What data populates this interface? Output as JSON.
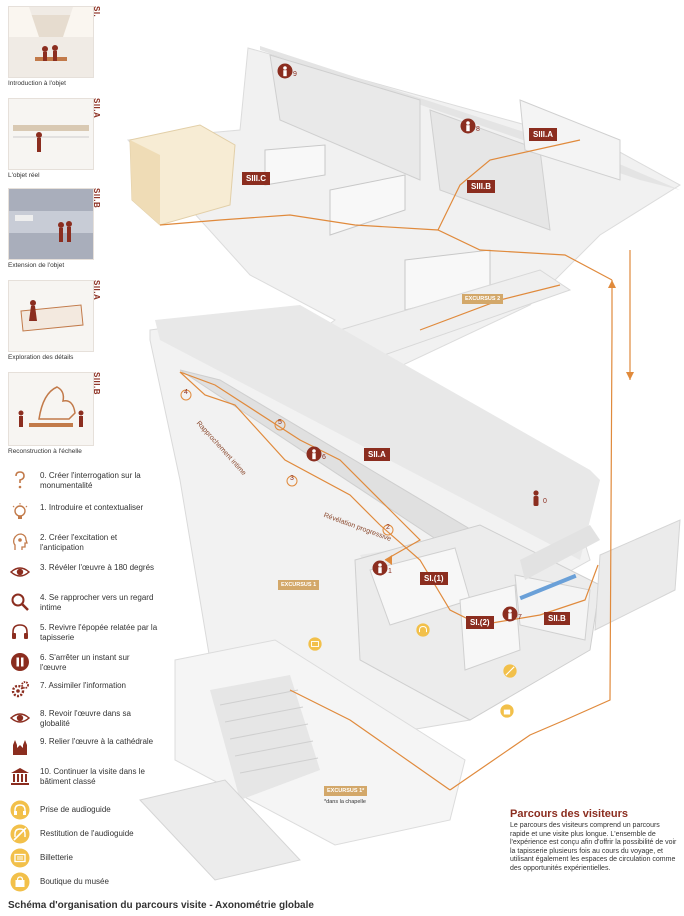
{
  "thumbnails": [
    {
      "code": "SI.",
      "caption": "Introduction à l'objet"
    },
    {
      "code": "SII.A",
      "caption": "L'objet réel"
    },
    {
      "code": "SII.B",
      "caption": "Extension de l'objet"
    },
    {
      "code": "SII.A",
      "caption": "Exploration des détails"
    },
    {
      "code": "SIII.B",
      "caption": "Reconstruction à l'échelle"
    }
  ],
  "legend": [
    {
      "icon": "question-icon",
      "text": "0. Créer l'interrogation sur la monumentalité"
    },
    {
      "icon": "lightbulb-icon",
      "text": "1. Introduire et contextualiser"
    },
    {
      "icon": "head-spark-icon",
      "text": "2. Créer l'excitation et l'anticipation"
    },
    {
      "icon": "eye-icon",
      "text": "3. Révéler l'œuvre à 180 degrés"
    },
    {
      "icon": "magnifier-icon",
      "text": "4. Se rapprocher vers un regard intime"
    },
    {
      "icon": "headphones-icon",
      "text": "5. Revivre l'épopée relatée par la tapisserie"
    },
    {
      "icon": "pause-icon",
      "text": "6. S'arrêter un instant sur l'œuvre"
    },
    {
      "icon": "gears-icon",
      "text": "7. Assimiler l'information"
    },
    {
      "icon": "eye-icon",
      "text": "8. Revoir l'œuvre dans sa globalité"
    },
    {
      "icon": "cathedral-icon",
      "text": "9. Relier l'œuvre à la cathédrale"
    },
    {
      "icon": "classical-building-icon",
      "text": "10. Continuer la visite dans le bâtiment classé"
    },
    {
      "icon": "audioguide-take-icon",
      "text": "Prise de audioguide"
    },
    {
      "icon": "audioguide-return-icon",
      "text": "Restitution de l'audioguide"
    },
    {
      "icon": "ticket-icon",
      "text": "Billetterie"
    },
    {
      "icon": "shopping-bag-icon",
      "text": "Boutique du musée"
    }
  ],
  "zones": {
    "siii_a": "SIII.A",
    "siii_b": "SIII.B",
    "siii_c": "SIII.C",
    "sii_a": "SII.A",
    "sii_b": "SII.B",
    "si_1": "SI.(1)",
    "si_2": "SI.(2)",
    "excursus_1": "EXCURSUS 1",
    "excursus_2": "EXCURSUS 2",
    "excursus_1_star": "EXCURSUS 1*",
    "excursus_note": "*dans la chapelle"
  },
  "path_labels": {
    "rapprochement": "Rapprochement intime",
    "revelation": "Révélation progressive"
  },
  "markers": [
    "0",
    "1",
    "2",
    "3",
    "4",
    "5",
    "6",
    "7",
    "8",
    "9"
  ],
  "info": {
    "title": "Parcours des visiteurs",
    "body": "Le parcours des visiteurs comprend un parcours rapide et une visite plus longue. L'ensemble de l'expérience est conçu afin d'offrir la possibilité de voir la tapisserie plusieurs fois au cours du voyage, et utilisant également les espaces de circulation comme des opportunités expérientielles."
  },
  "footer": "Schéma d'organisation du parcours visite - Axonométrie globale",
  "colors": {
    "accent": "#8b2d1f",
    "path": "#e08a3c",
    "gold": "#d3a86a",
    "building": "#ececec"
  }
}
